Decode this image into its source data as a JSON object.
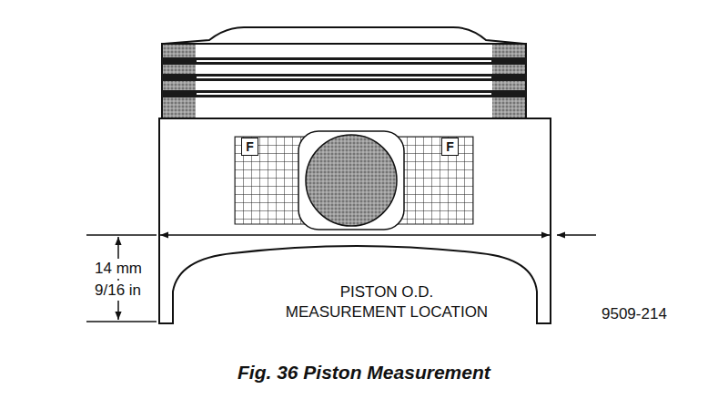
{
  "diagram": {
    "caption": "Fig. 36 Piston Measurement",
    "nodes": [
      {
        "text": [
          "F"
        ]
      },
      {
        "text": [
          "F"
        ]
      }
    ],
    "labels": [
      "14 mm",
      "9/16 in",
      "PISTON O.D. MEASUREMENT LOCATION",
      "9509-214"
    ]
  }
}
